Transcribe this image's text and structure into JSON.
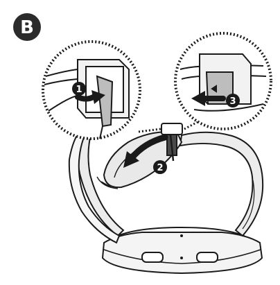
{
  "figure": {
    "panel_label": "B",
    "steps": [
      {
        "number": "1"
      },
      {
        "number": "2"
      },
      {
        "number": "3"
      }
    ],
    "colors": {
      "badge": "#2b2b2b",
      "line": "#1a1a1a",
      "strap_fill": "#ececec",
      "strap_light": "#f6f6f6",
      "dark_part": "#4a4a4a",
      "grey_part": "#bdbdbd"
    }
  }
}
